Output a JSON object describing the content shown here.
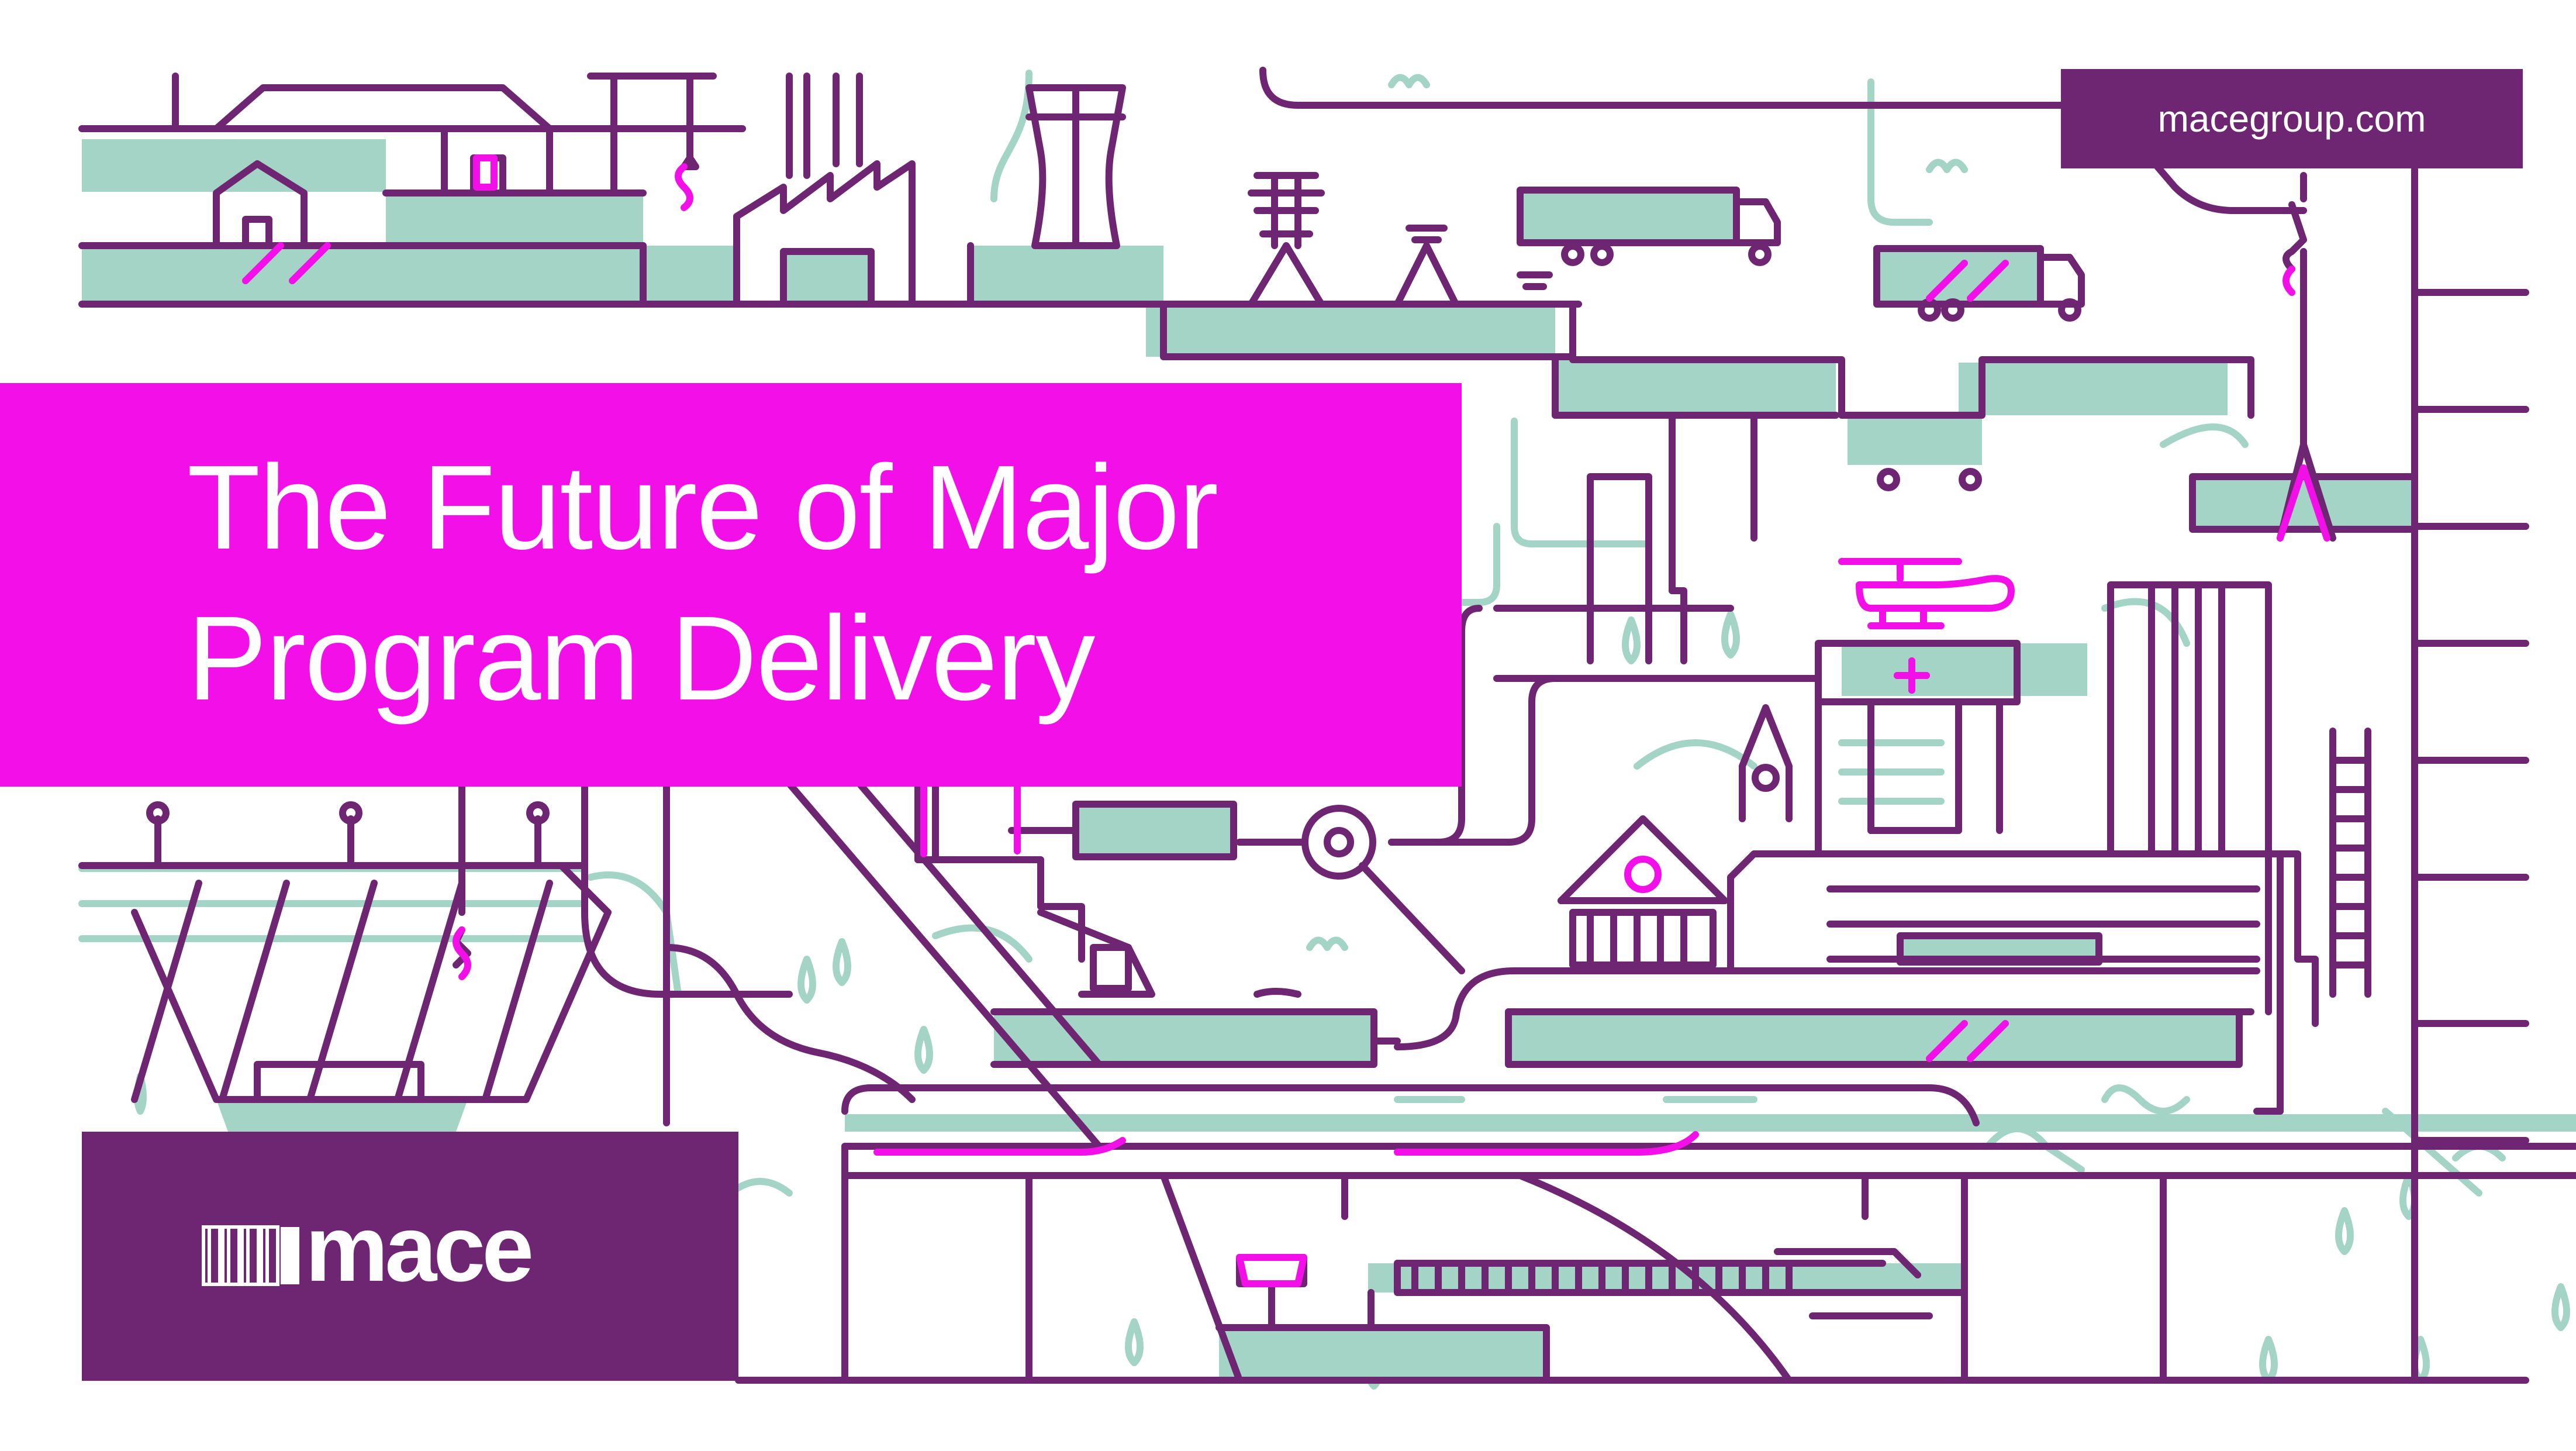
{
  "banner": {
    "title_line_1": "The Future of Major",
    "title_line_2": "Program Delivery"
  },
  "url": {
    "text": "macegroup.com"
  },
  "brand": {
    "wordmark": "mace"
  },
  "colors": {
    "purple": "#6e2672",
    "magenta": "#f20fe8",
    "mint": "#a4d4c6",
    "white": "#ffffff"
  },
  "icons": [
    "city-infrastructure-illustration",
    "crane-hook-icon",
    "helicopter-icon",
    "hospital-cross-icon",
    "truck-icon",
    "mace-logo-bars"
  ]
}
